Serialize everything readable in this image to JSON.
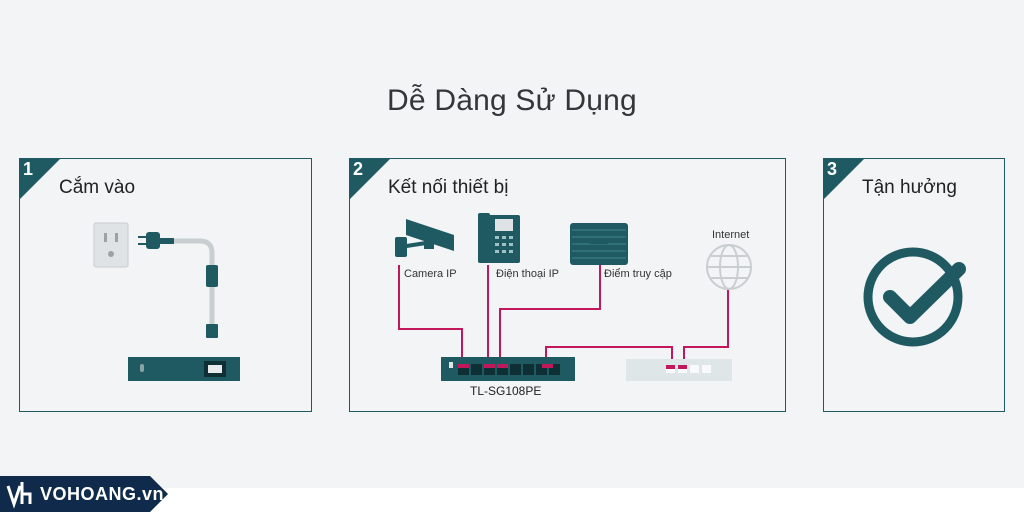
{
  "page": {
    "title": "Dễ Dàng Sử Dụng"
  },
  "steps": [
    {
      "number": "1",
      "label": "Cắm vào"
    },
    {
      "number": "2",
      "label": "Kết nối thiết bị"
    },
    {
      "number": "3",
      "label": "Tận hưởng"
    }
  ],
  "devices": {
    "camera": "Camera IP",
    "phone": "Điện thoại IP",
    "access_point": "Điểm truy cập",
    "internet": "Internet",
    "switch_model": "TL-SG108PE"
  },
  "brand": {
    "logo_text": "VOHOANG.vn",
    "accent": "#1f5a63",
    "cable": "#c2185b"
  }
}
